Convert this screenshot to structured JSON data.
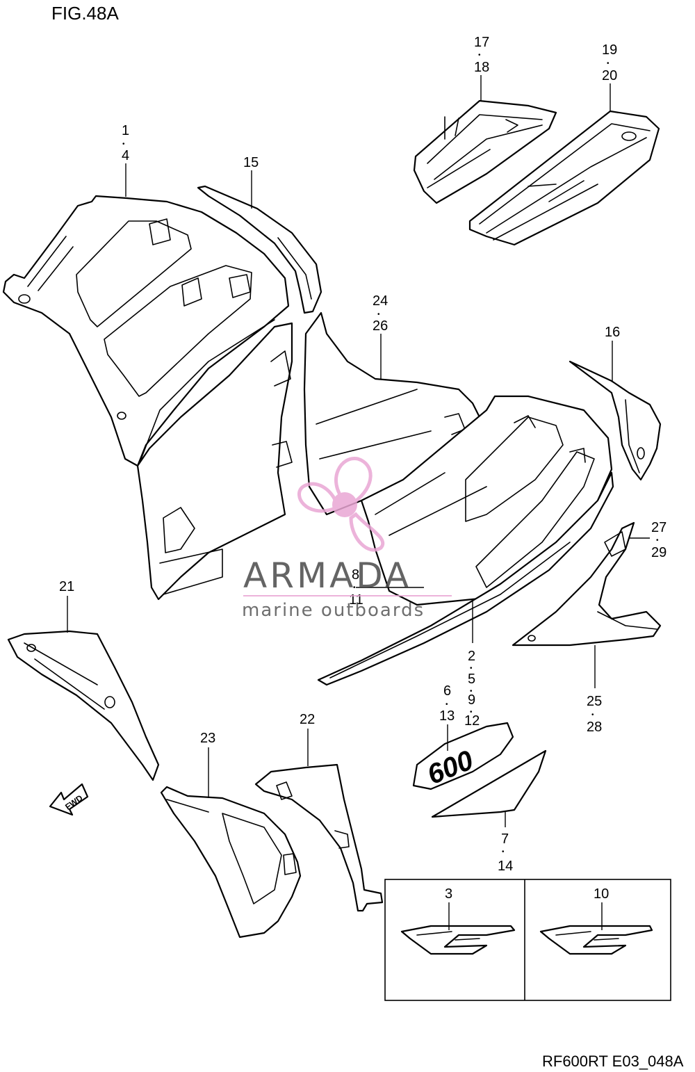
{
  "figure": {
    "title": "FIG.48A",
    "code": "RF600RT E03_048A"
  },
  "watermark": {
    "name": "ARMADA",
    "subtitle": "marine outboards",
    "logo_icon": "propeller-icon",
    "accent_color": "#e9a6d4"
  },
  "fwd_badge": {
    "text": "FWD",
    "icon": "fwd-arrow-icon"
  },
  "callouts": [
    {
      "id": "c-1-4",
      "lines": [
        "1",
        "4"
      ]
    },
    {
      "id": "c-15",
      "lines": [
        "15"
      ]
    },
    {
      "id": "c-17-18",
      "lines": [
        "17",
        "18"
      ]
    },
    {
      "id": "c-19-20",
      "lines": [
        "19",
        "20"
      ]
    },
    {
      "id": "c-24-26",
      "lines": [
        "24",
        "26"
      ]
    },
    {
      "id": "c-16",
      "lines": [
        "16"
      ]
    },
    {
      "id": "c-27-29",
      "lines": [
        "27",
        "29"
      ]
    },
    {
      "id": "c-8-11",
      "lines": [
        "8",
        "11"
      ]
    },
    {
      "id": "c-21",
      "lines": [
        "21"
      ]
    },
    {
      "id": "c-2-5-9-12",
      "lines": [
        "2",
        "5",
        "9",
        "12"
      ]
    },
    {
      "id": "c-6-13",
      "lines": [
        "6",
        "13"
      ]
    },
    {
      "id": "c-25-28",
      "lines": [
        "25",
        "28"
      ]
    },
    {
      "id": "c-22",
      "lines": [
        "22"
      ]
    },
    {
      "id": "c-23",
      "lines": [
        "23"
      ]
    },
    {
      "id": "c-7-14",
      "lines": [
        "7",
        "14"
      ]
    },
    {
      "id": "c-3",
      "lines": [
        "3"
      ]
    },
    {
      "id": "c-10",
      "lines": [
        "10"
      ]
    }
  ],
  "emblem_600": "600",
  "separator_dot": "•"
}
